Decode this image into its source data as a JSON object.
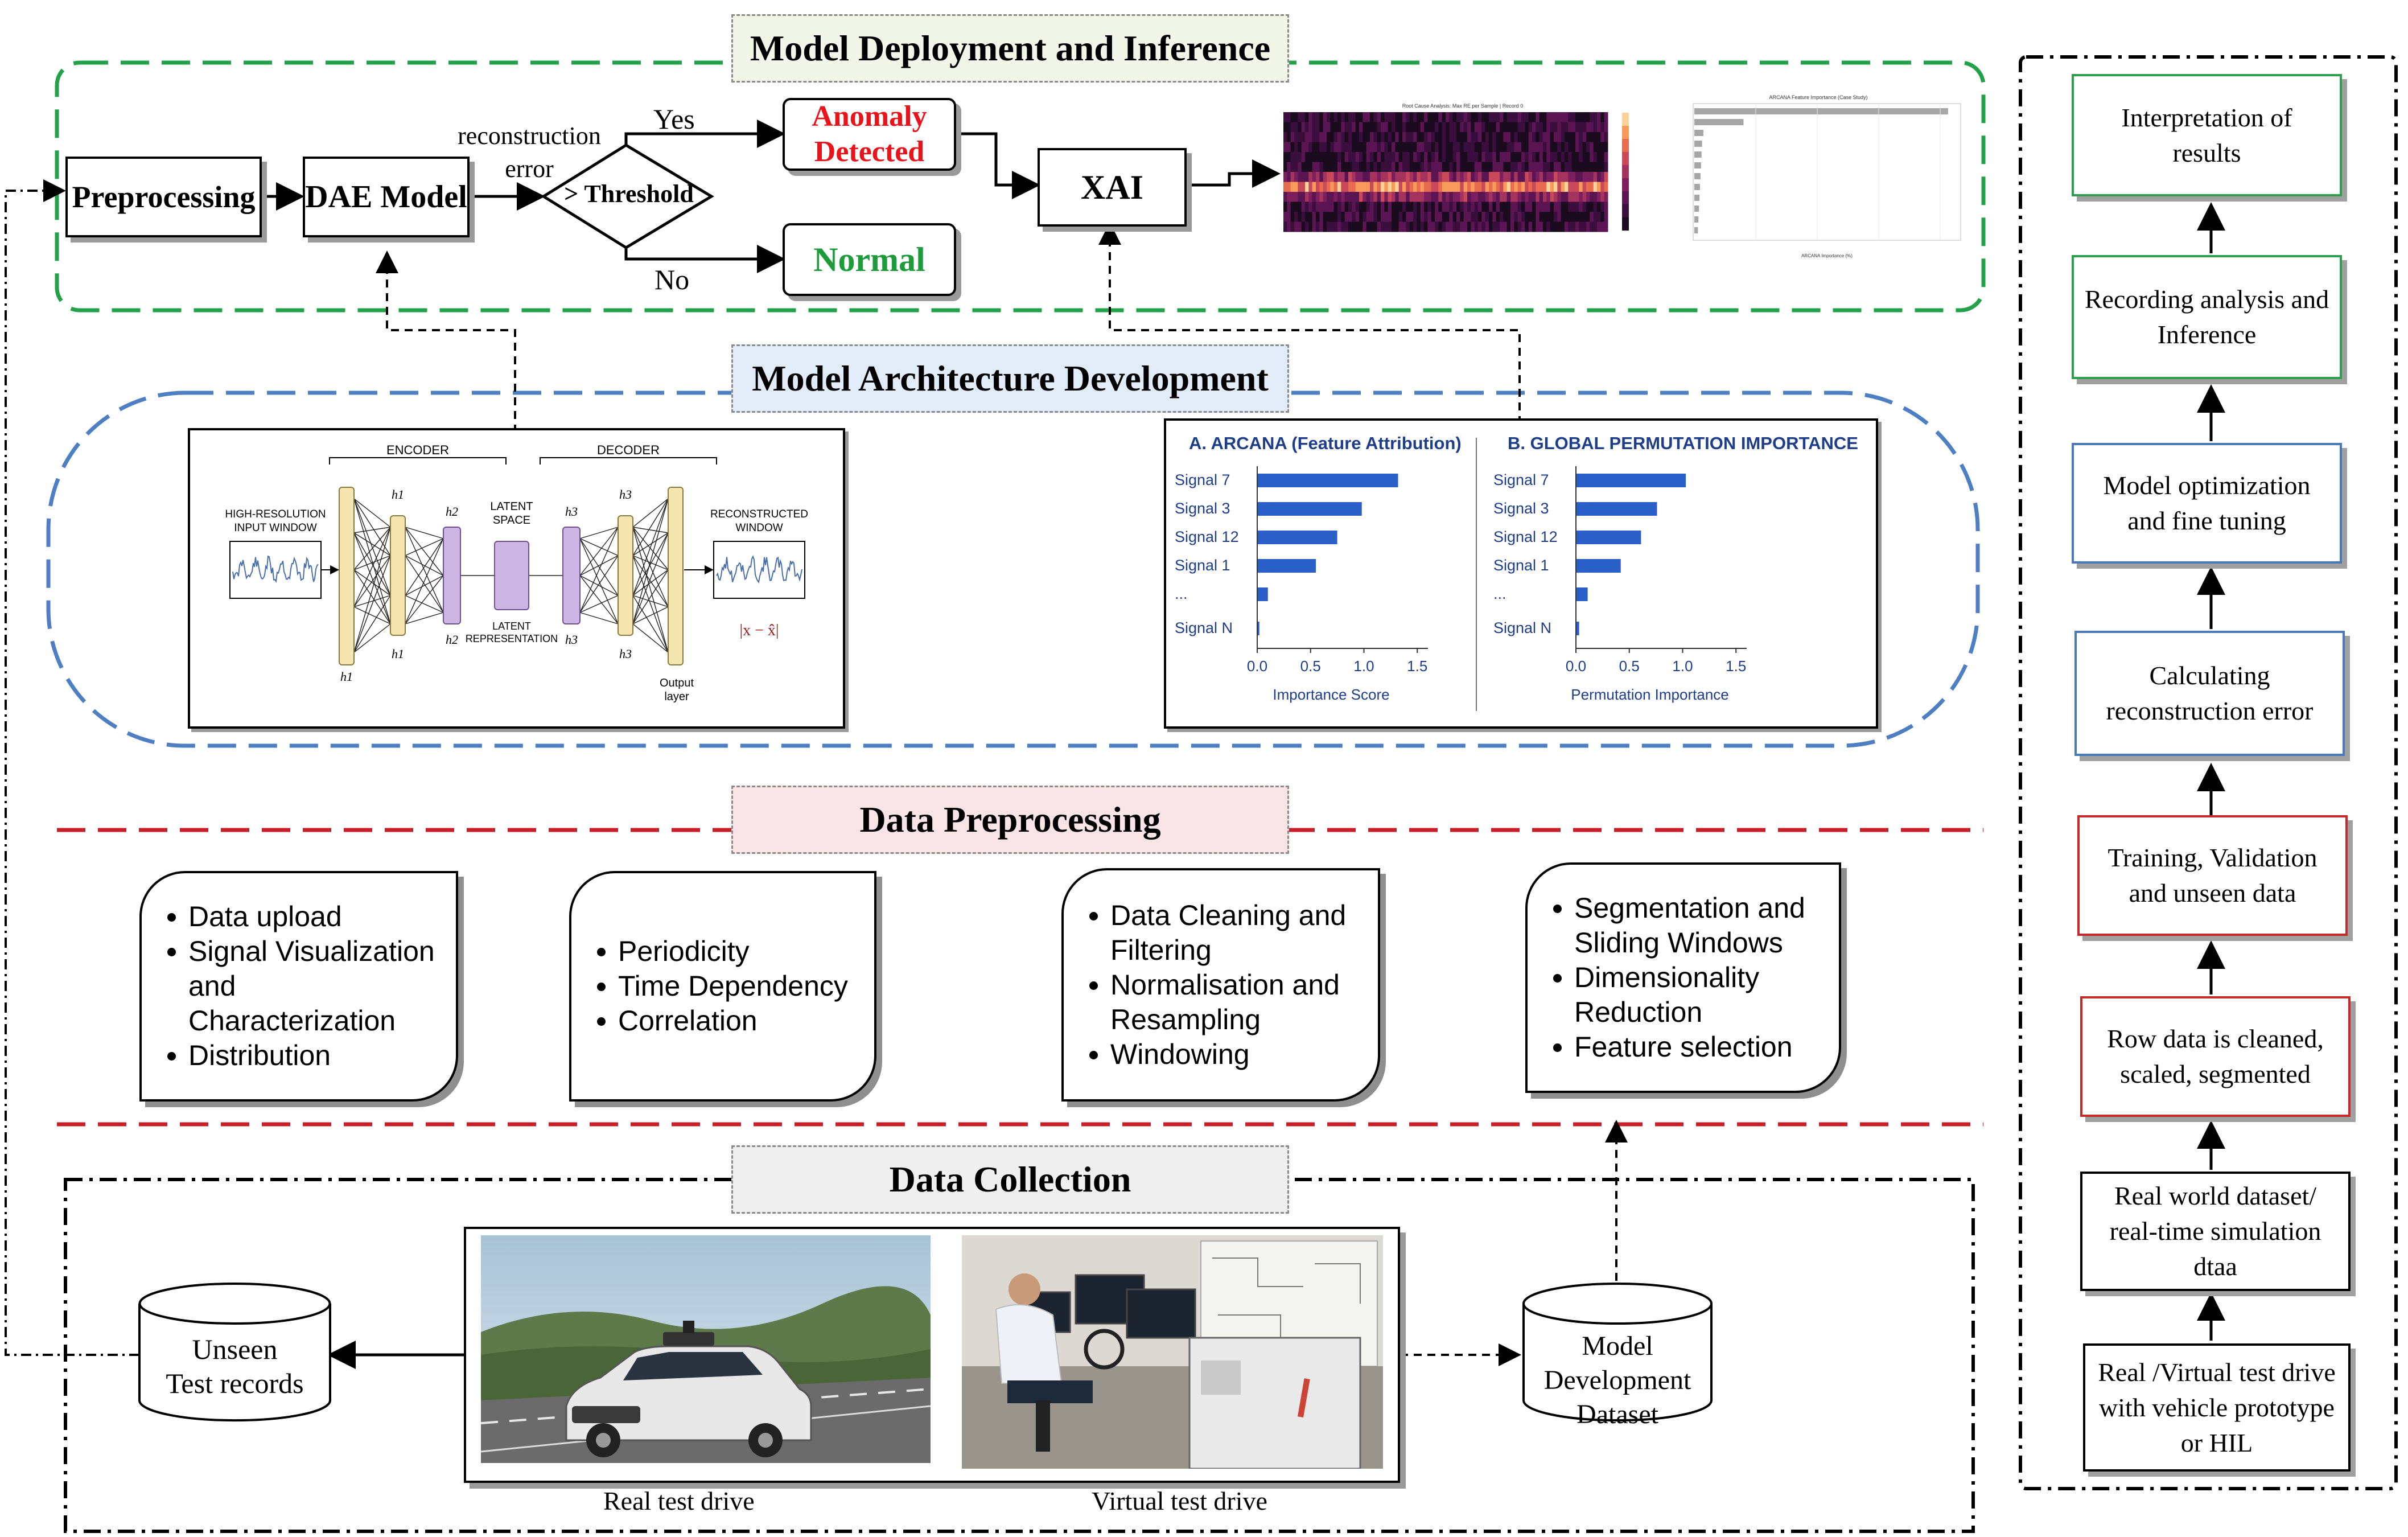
{
  "sections": {
    "deployment": "Model Deployment and Inference",
    "architecture": "Model Architecture Development",
    "preprocessing": "Data Preprocessing",
    "collection": "Data Collection"
  },
  "flow": {
    "preprocessing": "Preprocessing",
    "dae_model": "DAE Model",
    "reconstruction_error_line1": "reconstruction",
    "reconstruction_error_line2": "error",
    "threshold": "> Threshold",
    "yes": "Yes",
    "no": "No",
    "anomaly_line1": "Anomaly",
    "anomaly_line2": "Detected",
    "normal": "Normal",
    "xai": "XAI",
    "colors": {
      "anomaly": "#e8141b",
      "normal": "#1e9c3c"
    }
  },
  "thumbnails": {
    "heatmap_title": "Root Cause Analysis: Max RE per Sample | Record 0",
    "barchart_title": "ARCANA Feature Importance (Case Study)",
    "barchart_xlabel": "ARCANA Importance (%)"
  },
  "dae_diagram": {
    "encoder": "ENCODER",
    "decoder": "DECODER",
    "input_line1": "HIGH-RESOLUTION",
    "input_line2": "INPUT WINDOW",
    "latent_line1": "LATENT",
    "latent_line2": "SPACE",
    "latent_rep_line1": "LATENT",
    "latent_rep_line2": "REPRESENTATION",
    "recon_line1": "RECONSTRUCTED",
    "recon_line2": "WINDOW",
    "loss": "|x − x̂|",
    "output_line1": "Output",
    "output_line2": "layer",
    "h1": "h1",
    "h2": "h2",
    "h3": "h3"
  },
  "chart_data": [
    {
      "type": "bar",
      "orientation": "horizontal",
      "title": "A. ARCANA (Feature Attribution)",
      "categories": [
        "Signal 7",
        "Signal 3",
        "Signal 12",
        "Signal 1",
        "...",
        "Signal N"
      ],
      "values": [
        1.32,
        0.98,
        0.75,
        0.55,
        0.1,
        0.02
      ],
      "xlabel": "Importance Score",
      "xticks": [
        "0.0",
        "0.5",
        "1.0",
        "1.5"
      ],
      "xlim": [
        0,
        1.6
      ],
      "color": "#2a5fc7"
    },
    {
      "type": "bar",
      "orientation": "horizontal",
      "title": "B. GLOBAL PERMUTATION IMPORTANCE",
      "categories": [
        "Signal 7",
        "Signal 3",
        "Signal 12",
        "Signal 1",
        "...",
        "Signal N"
      ],
      "values": [
        1.03,
        0.76,
        0.61,
        0.42,
        0.11,
        0.03
      ],
      "xlabel": "Permutation Importance",
      "xticks": [
        "0.0",
        "0.5",
        "1.0",
        "1.5"
      ],
      "xlim": [
        0,
        1.6
      ],
      "color": "#2a5fc7"
    }
  ],
  "preprocessing_boxes": [
    [
      "Data upload",
      "Signal Visualization and Characterization",
      "Distribution"
    ],
    [
      "Periodicity",
      "Time Dependency",
      "Correlation"
    ],
    [
      "Data Cleaning and Filtering",
      "Normalisation and Resampling",
      "Windowing"
    ],
    [
      "Segmentation and Sliding Windows",
      "Dimensionality Reduction",
      "Feature selection"
    ]
  ],
  "collection": {
    "unseen_line1": "Unseen",
    "unseen_line2": "Test records",
    "model_dev_line1": "Model",
    "model_dev_line2": "Development",
    "model_dev_line3": "Dataset",
    "real_drive": "Real test drive",
    "virtual_drive": "Virtual test drive"
  },
  "right_column": [
    {
      "text": "Interpretation of results",
      "border": "green"
    },
    {
      "text": "Recording analysis and Inference",
      "border": "green"
    },
    {
      "text": "Model optimization and fine tuning",
      "border": "blue"
    },
    {
      "text": "Calculating reconstruction error",
      "border": "blue"
    },
    {
      "text": "Training, Validation and unseen data",
      "border": "red"
    },
    {
      "text": "Row data is cleaned, scaled, segmented",
      "border": "red"
    },
    {
      "text": "Real world dataset/ real-time simulation dtaa",
      "border": "black"
    },
    {
      "text": "Real /Virtual test drive with vehicle prototype or HIL",
      "border": "black"
    }
  ]
}
